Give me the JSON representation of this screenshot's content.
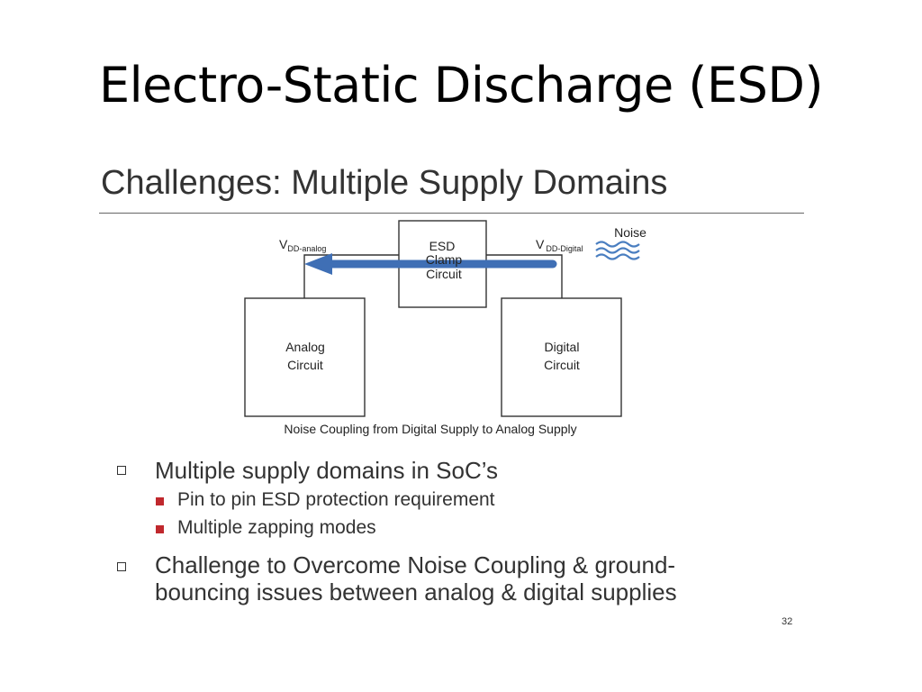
{
  "slide": {
    "title": "Electro-Static Discharge (ESD)",
    "subtitle": "Challenges: Multiple Supply Domains",
    "page_number": "32"
  },
  "diagram": {
    "vdd_analog_main": "V",
    "vdd_analog_sub": "DD-analog",
    "vdd_digital_main": "V",
    "vdd_digital_sub": "DD-Digital",
    "esd_line1": "ESD",
    "esd_line2": "Clamp",
    "esd_line3": "Circuit",
    "noise_label": "Noise",
    "analog_line1": "Analog",
    "analog_line2": "Circuit",
    "digital_line1": "Digital",
    "digital_line2": "Circuit",
    "caption": "Noise Coupling from Digital Supply to Analog Supply",
    "arrow_color": "#3f6fb5",
    "noise_color": "#4a7ec0"
  },
  "bullets": [
    {
      "text": "Multiple supply domains in SoC’s",
      "sub": [
        "Pin to pin ESD protection requirement",
        "Multiple zapping modes"
      ]
    },
    {
      "line1": "Challenge to Overcome Noise Coupling & ground-",
      "line2": "bouncing issues between analog & digital supplies"
    }
  ],
  "colors": {
    "bullet_square_red": "#c0282d",
    "text_gray": "#333333"
  }
}
